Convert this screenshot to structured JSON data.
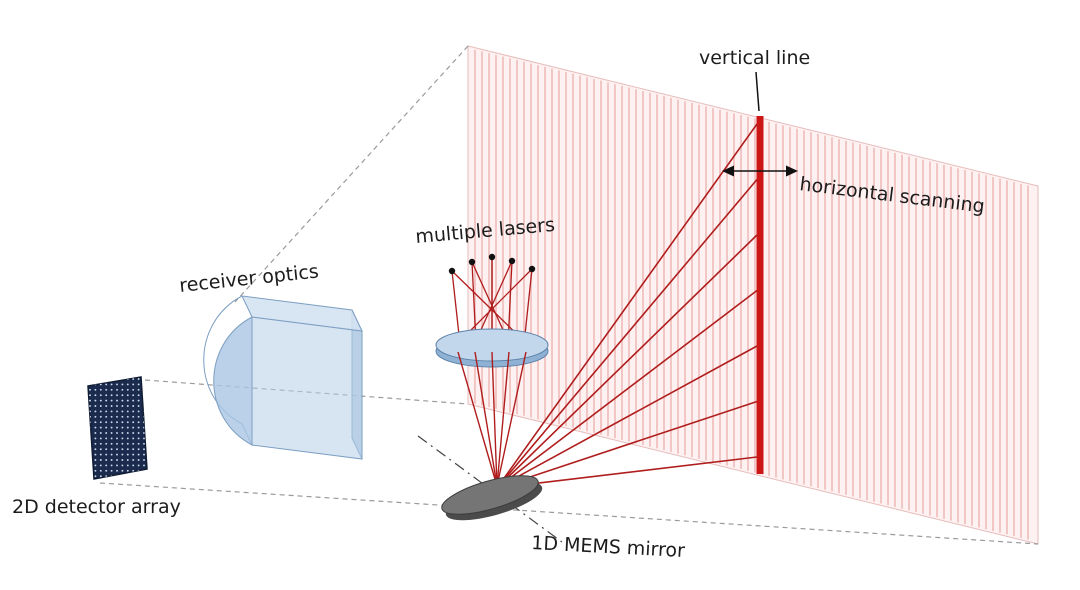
{
  "labels": {
    "detector": "2D detector array",
    "receiver": "receiver optics",
    "lasers": "multiple lasers",
    "mirror": "1D MEMS mirror",
    "vertical_line": "vertical line",
    "horizontal_scanning": "horizontal scanning"
  },
  "colors": {
    "background": "#ffffff",
    "text": "#1c1c1c",
    "beam": "#b01d1d",
    "scan_line": "#cc1616",
    "plane_fill": "#fdf1f1",
    "plane_border": "#e7bcbc",
    "stripe": "#f3c6c6",
    "dashed": "#9a9a9a",
    "optics_fill": "#b7cfe8",
    "optics_edge": "#7d9fc2",
    "lens_top": "#c2d7ec",
    "lens_bottom": "#8fb2d4",
    "mirror_top": "#757575",
    "mirror_bottom": "#4b4b4b",
    "mirror_edge": "#3c3c3c",
    "detector_fill": "#1b2b4d",
    "detector_edge": "#101c33",
    "detector_dot": "#c8d6ea",
    "arrow": "#111111"
  },
  "diagram": {
    "laser_count": 5,
    "beam_count": 7
  }
}
